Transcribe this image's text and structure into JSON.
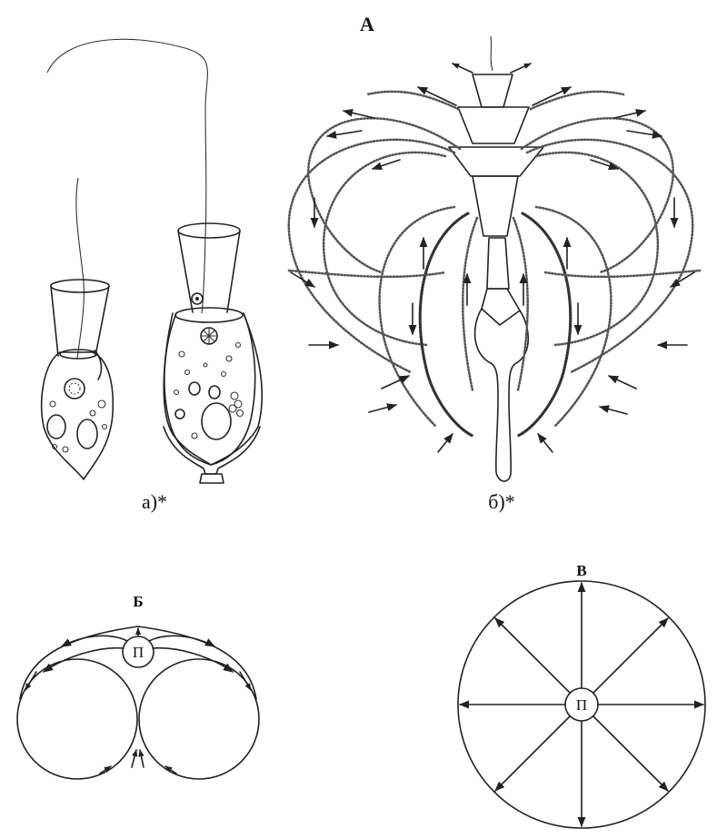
{
  "labels": {
    "top_heading": "А",
    "panel_a_caption": "а)*",
    "panel_b_caption": "б)*",
    "diagram_b_label": "Б",
    "diagram_v_label": "В",
    "center_b": "П",
    "center_v": "П"
  },
  "colors": {
    "ink": "#222222",
    "background": "#ffffff"
  }
}
